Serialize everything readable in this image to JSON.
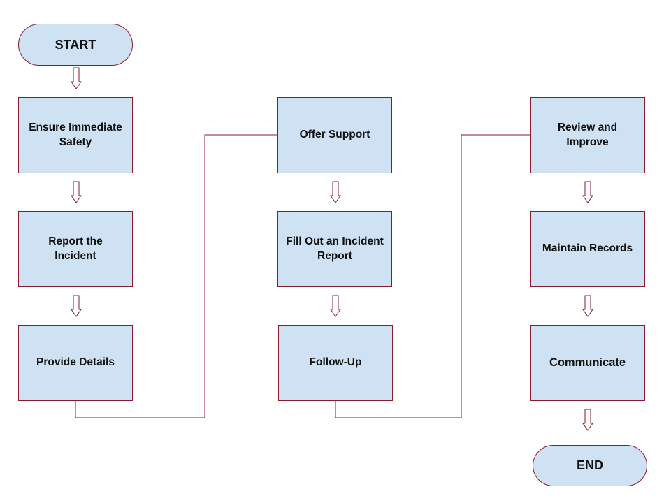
{
  "flowchart": {
    "start": "START",
    "end": "END",
    "steps": [
      "Ensure Immediate Safety",
      "Report the Incident",
      "Provide Details",
      "Offer Support",
      "Fill Out an Incident Report",
      "Follow-Up",
      "Review and Improve",
      "Maintain Records",
      "Communicate"
    ]
  },
  "colors": {
    "box_fill": "#cfe2f3",
    "border": "#8b1a2b",
    "text": "#111111"
  }
}
